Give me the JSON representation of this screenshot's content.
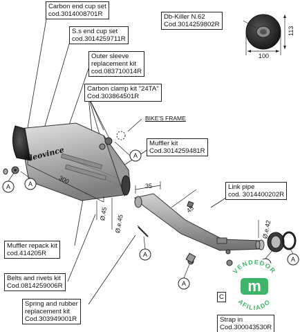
{
  "labels": {
    "carbon_end_cup": {
      "name": "Carbon end cup set",
      "code": "cod.3014008701R"
    },
    "ss_end_cup": {
      "name": "S.s end cup set",
      "code": "cod.3014259711R"
    },
    "outer_sleeve": {
      "line1": "Outer sleeve",
      "line2": "replacement kit",
      "code": "cod.083710014R"
    },
    "carbon_clamp": {
      "name": "Carbon clamp kit \"24TA\"",
      "code": "Cod.303864501R"
    },
    "db_killer": {
      "name": "Db-Killer N.62",
      "code": "Cod.3014259802R"
    },
    "bikes_frame": "BIKE'S FRAME",
    "muffler_kit": {
      "name": "Muffler kit",
      "code": "Cod.3014259481R"
    },
    "link_pipe": {
      "name": "Link pipe",
      "code": "cod. 3014400202R"
    },
    "muffler_repack": {
      "name": "Muffler repack kit",
      "code": "cod.414205R"
    },
    "belts_rivets": {
      "name": "Belts and rivets kit",
      "code": "Cod.0814259006R"
    },
    "spring_rubber": {
      "line1": "Spring and rubber",
      "line2": "replacement kit",
      "code": "Cod.303949001R"
    },
    "strap": {
      "line1": "Strap in",
      "code": "Cod.300043530R"
    },
    "partial_c": "C"
  },
  "dimensions": {
    "height": "113",
    "width": "100",
    "length": "300",
    "d35": "35",
    "d45a": "45",
    "phi45": "Ø.45",
    "phie45a": "Ø.e.45",
    "phie45b": "Ø.e.42"
  },
  "callout_letter": "A",
  "brand": "leovince",
  "watermark": {
    "top": "VENDEDOR",
    "bottom": "AFILIADO",
    "mark": "m"
  },
  "colors": {
    "muffler": "#b9b9b9",
    "carbon": "#2a2a2a",
    "pipe": "#a6a6a6",
    "badge_green": "#3fb56a"
  }
}
